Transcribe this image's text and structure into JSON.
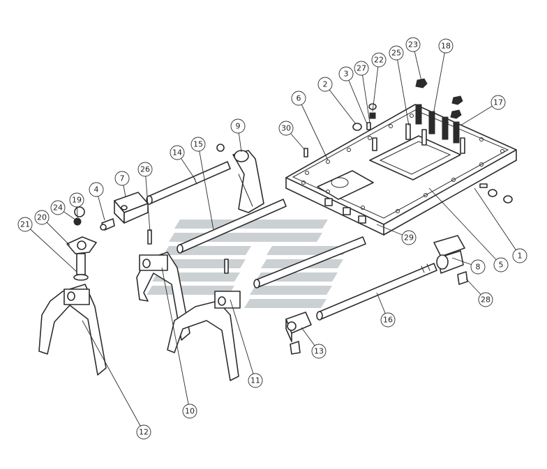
{
  "diagram": {
    "callouts": [
      "1",
      "2",
      "3",
      "4",
      "5",
      "6",
      "7",
      "8",
      "9",
      "10",
      "11",
      "12",
      "13",
      "14",
      "15",
      "16",
      "17",
      "18",
      "19",
      "20",
      "21",
      "22",
      "23",
      "24",
      "25",
      "26",
      "27",
      "28",
      "29",
      "30"
    ]
  },
  "colors": {
    "line": "#2b2b2b",
    "watermark": "#b9c0c4",
    "background": "#ffffff"
  }
}
